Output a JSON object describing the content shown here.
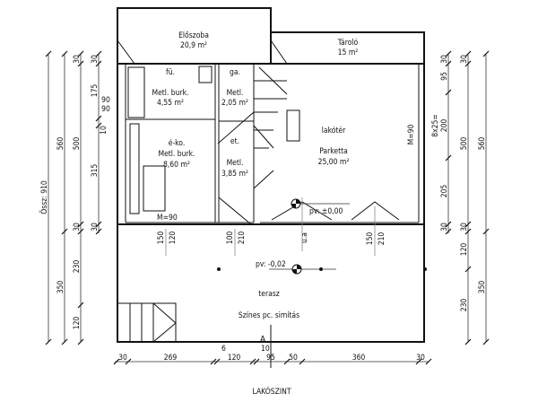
{
  "title": "LAKÓSZINT",
  "rooms": {
    "eloszoba": {
      "name": "Előszoba",
      "area": "20,9 m²"
    },
    "tarolo": {
      "name": "Tároló",
      "area": "15 m²"
    },
    "fu": {
      "name": "fü.",
      "floor": "Metl. burk.",
      "area": "4,55 m²"
    },
    "ga": {
      "name": "ga.",
      "floor": "Metl.",
      "area": "2,05 m²"
    },
    "eko": {
      "name": "é-ko.",
      "floor": "Metl. burk.",
      "area": "8,60 m²",
      "note": "M=90"
    },
    "et": {
      "name": "et.",
      "floor": "Metl.",
      "area": "3,85 m²"
    },
    "lakoter": {
      "name": "lakótér",
      "floor": "Parketta",
      "area": "25,00 m²",
      "note": "M=90"
    },
    "terasz": {
      "name": "terasz",
      "floor": "Színes pc. simítás"
    }
  },
  "levels": {
    "inside": "pv: ±0,00",
    "terrace": "pv: -0,02"
  },
  "section_mark": "A",
  "openings": {
    "w1": [
      "150",
      "120"
    ],
    "w2": [
      "100",
      "210"
    ],
    "door": "u.a",
    "w3": [
      "150",
      "210"
    ]
  },
  "dims_left": {
    "total": "Össz: 910",
    "c1": [
      "560",
      "350"
    ],
    "c2": [
      "30",
      "500",
      "30",
      "230",
      "120"
    ],
    "c3": [
      "30",
      "175",
      "90",
      "90",
      "10",
      "315",
      "30"
    ]
  },
  "dims_right": {
    "c1": [
      "30",
      "95",
      "8x25=",
      "200",
      "205",
      "30"
    ],
    "c2": [
      "30",
      "500",
      "30",
      "120",
      "230"
    ],
    "c3": [
      "560",
      "350"
    ]
  },
  "dims_bottom": {
    "values": [
      "30",
      "269",
      "120",
      "95",
      "50",
      "360",
      "30"
    ],
    "small": [
      "6",
      "10"
    ]
  }
}
